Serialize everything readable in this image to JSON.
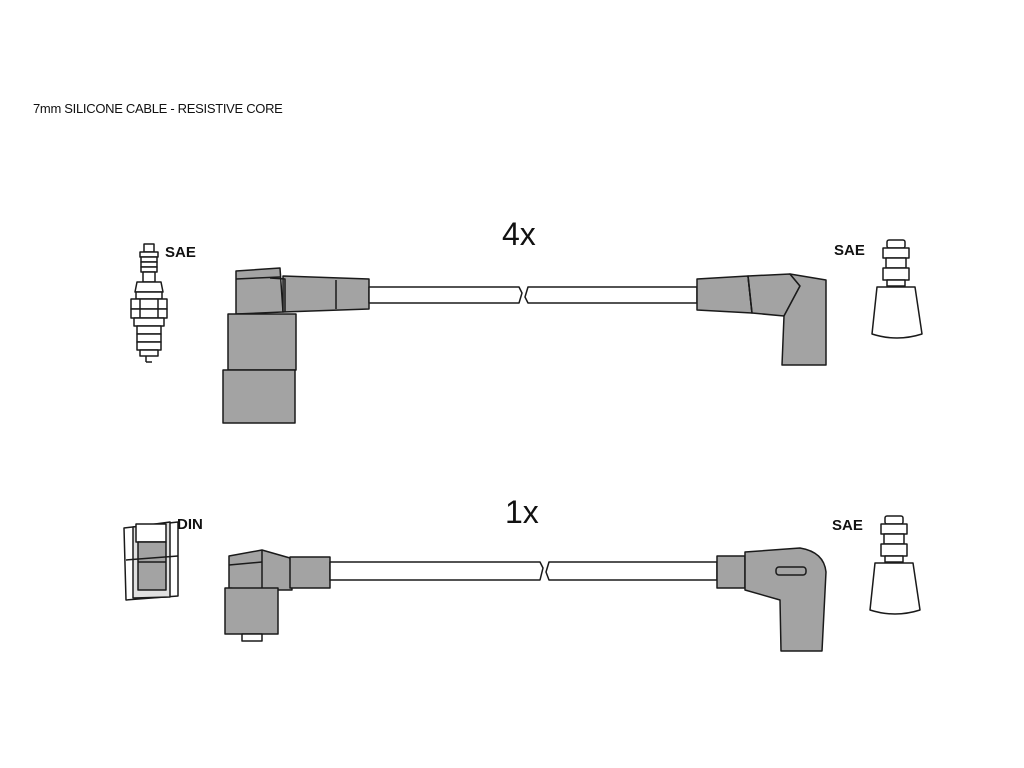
{
  "header": {
    "title": "7mm SILICONE CABLE - RESISTIVE CORE"
  },
  "row1": {
    "quantity": "4x",
    "left_label": "SAE",
    "right_label": "SAE"
  },
  "row2": {
    "quantity": "1x",
    "left_label": "DIN",
    "right_label": "SAE"
  },
  "colors": {
    "boot": "#a3a3a3",
    "outline": "#1a1a1a",
    "cable": "#ffffff",
    "connector": "#ffffff"
  }
}
